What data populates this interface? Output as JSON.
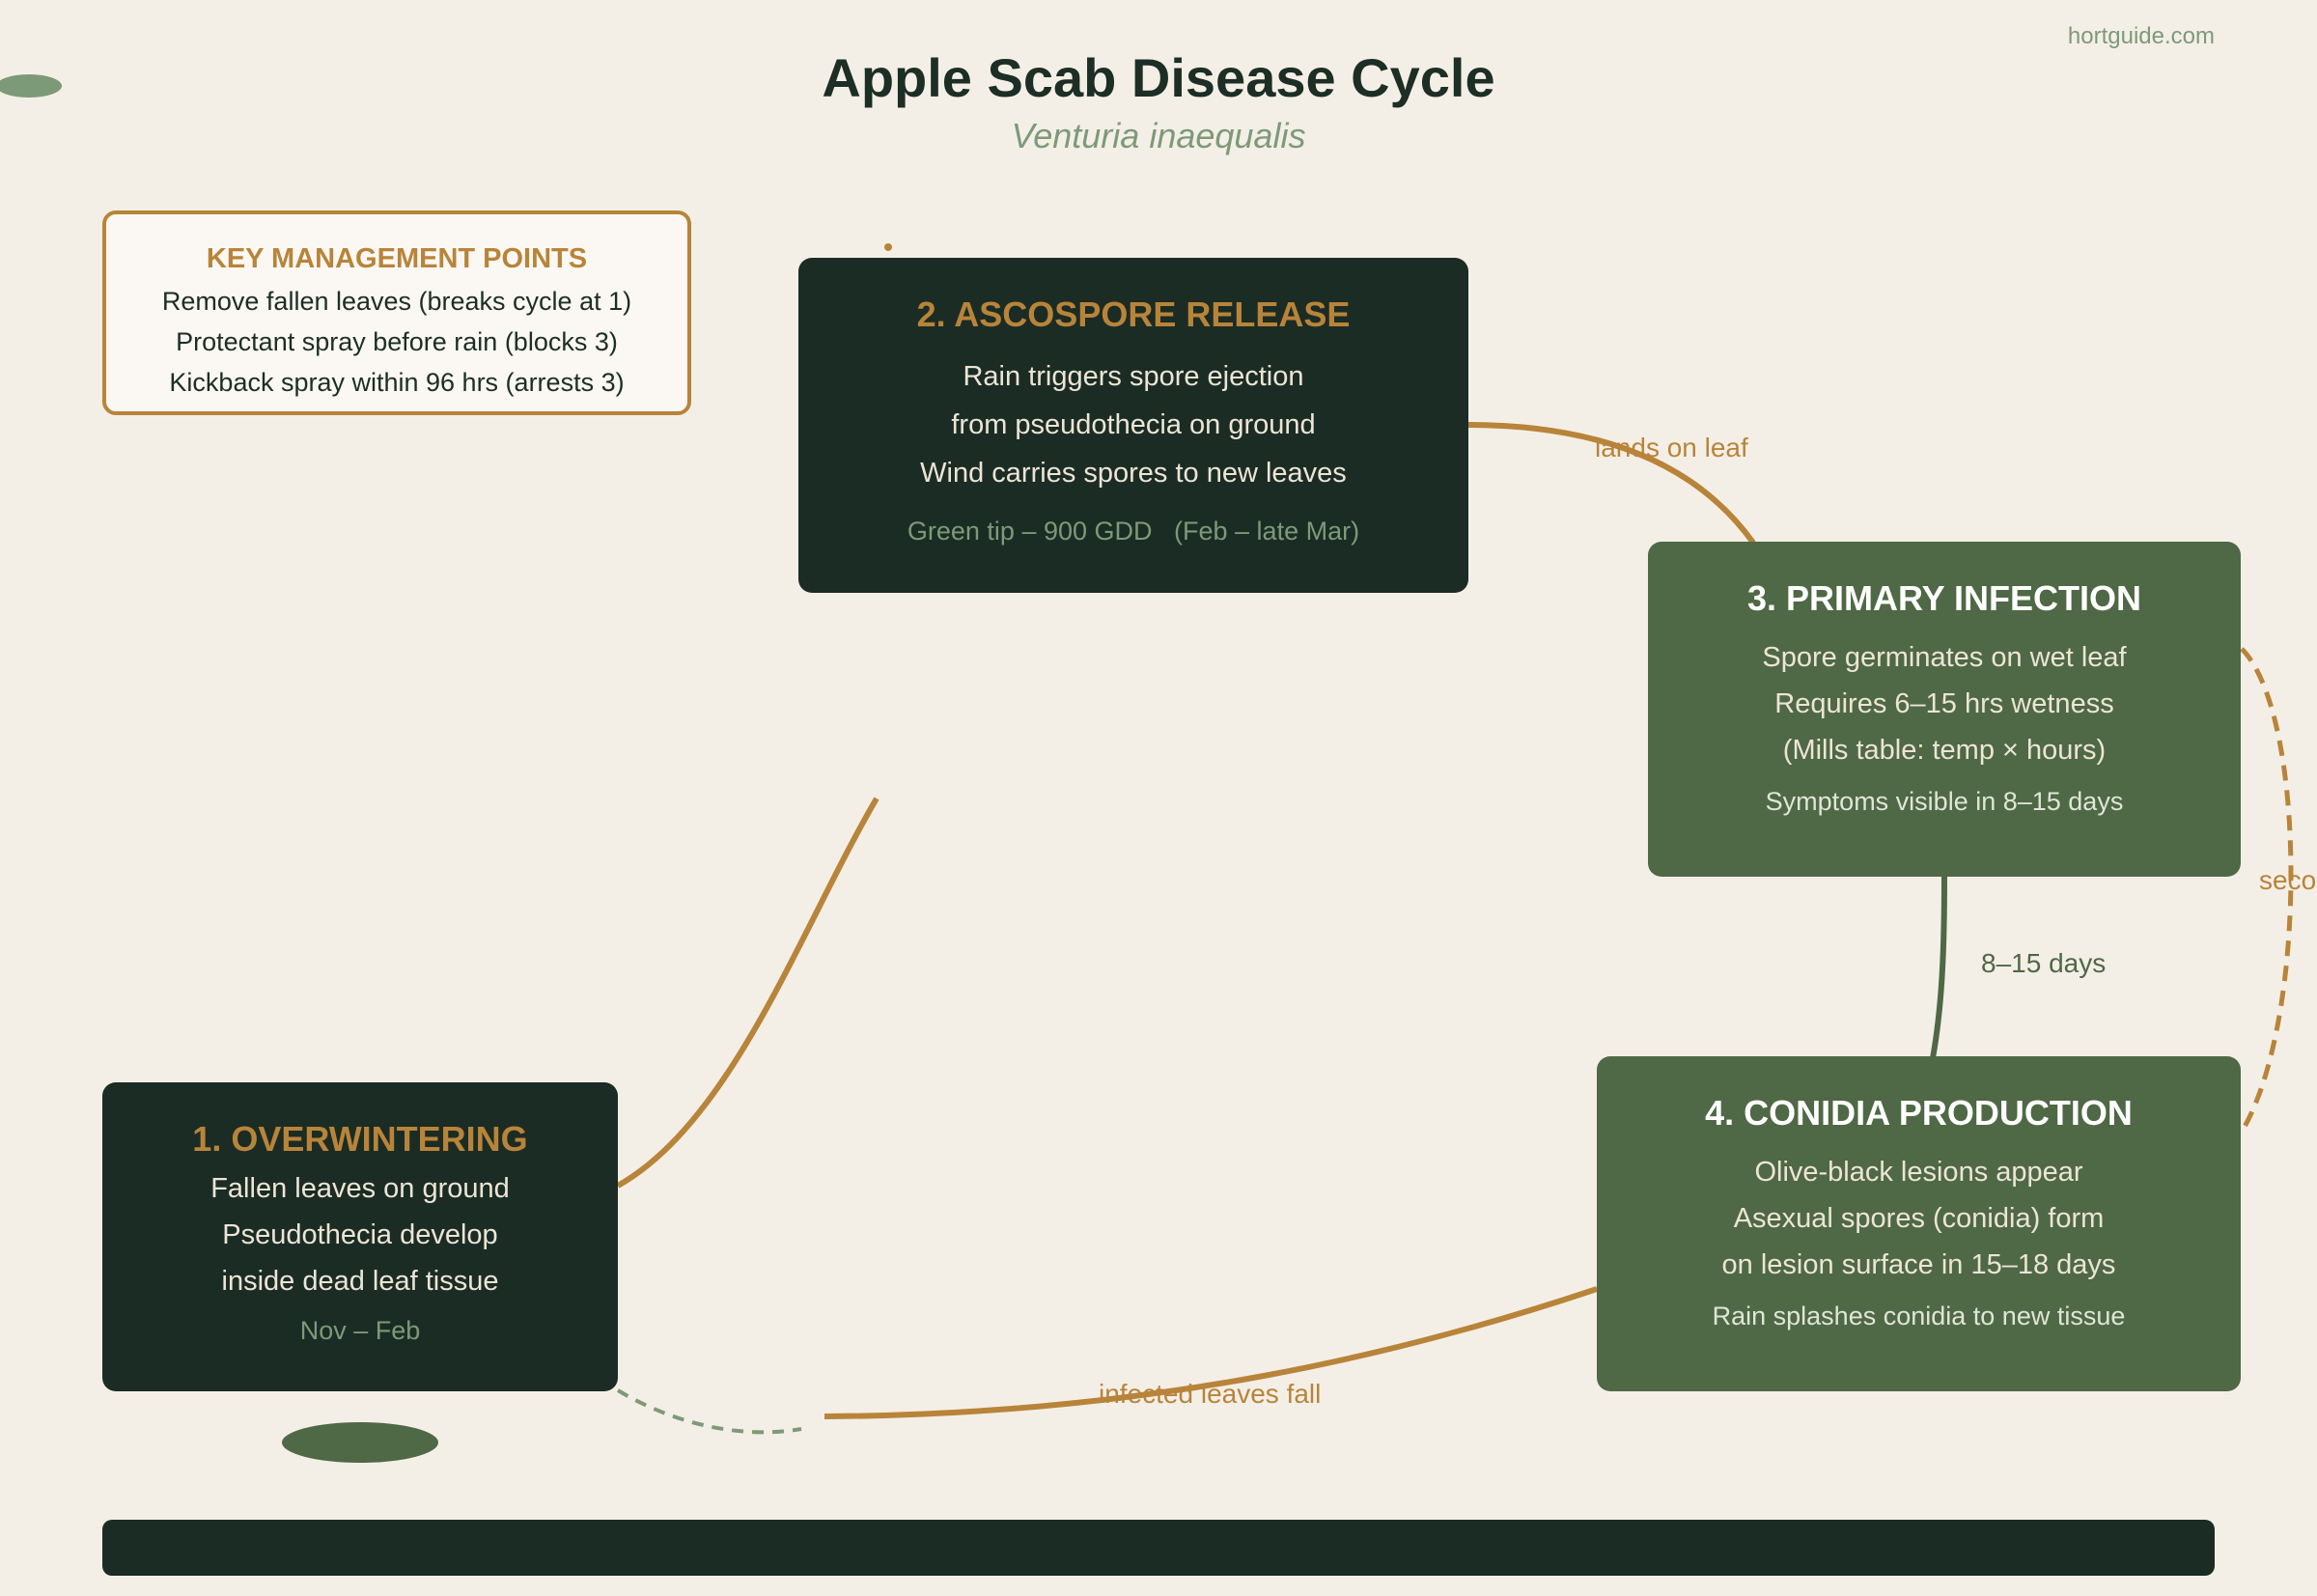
{
  "header": {
    "site": "hortguide.com",
    "title": "Apple Scab Disease Cycle",
    "subtitle": "Venturia inaequalis"
  },
  "management": {
    "title": "KEY MANAGEMENT POINTS",
    "points": [
      "Remove fallen leaves (breaks cycle at 1)",
      "Protectant spray before rain (blocks 3)",
      "Kickback spray within 96 hrs (arrests 3)"
    ]
  },
  "stages": {
    "overwintering": {
      "title": "1. OVERWINTERING",
      "lines": [
        "Fallen leaves on ground",
        "Pseudothecia develop",
        "inside dead leaf tissue"
      ],
      "timing": "Nov – Feb"
    },
    "ascospore": {
      "title": "2. ASCOSPORE RELEASE",
      "lines": [
        "Rain triggers spore ejection",
        "from pseudothecia on ground",
        "Wind carries spores to new leaves"
      ],
      "timing": "Green tip – 900 GDD   (Feb – late Mar)"
    },
    "primary": {
      "title": "3. PRIMARY INFECTION",
      "lines": [
        "Spore germinates on wet leaf",
        "Requires 6–15 hrs wetness",
        "(Mills table: temp × hours)"
      ],
      "note": "Symptoms visible in 8–15 days"
    },
    "conidia": {
      "title": "4. CONIDIA PRODUCTION",
      "lines": [
        "Olive-black lesions appear",
        "Asexual spores (conidia) form",
        "on lesion surface in 15–18 days"
      ],
      "note": "Rain splashes conidia to new tissue"
    }
  },
  "connectors": {
    "lands_on_leaf": "lands on leaf",
    "days": "8–15 days",
    "secondary": "seco",
    "infected_leaves_fall": "infected leaves fall"
  },
  "colors": {
    "background": "#f4efe6",
    "dark": "#1b2c24",
    "green": "#4f6845",
    "accent": "#b8843a",
    "muted": "#7d9a78"
  }
}
